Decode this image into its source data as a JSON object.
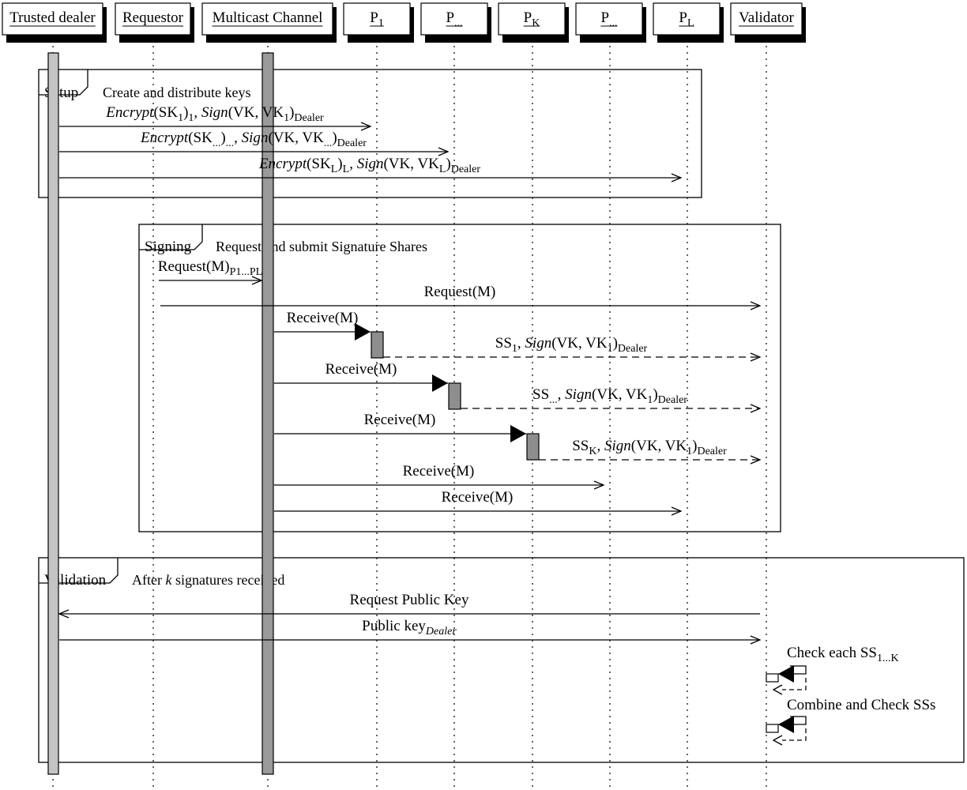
{
  "participants": [
    {
      "id": "dealer",
      "label": "Trusted dealer"
    },
    {
      "id": "requestor",
      "label": "Requestor"
    },
    {
      "id": "multicast",
      "label": "Multicast Channel"
    },
    {
      "id": "p1",
      "label": "P",
      "sub": "1"
    },
    {
      "id": "pa",
      "label": "P",
      "sub": "..."
    },
    {
      "id": "pk",
      "label": "P",
      "sub": "K"
    },
    {
      "id": "pb",
      "label": "P",
      "sub": "..."
    },
    {
      "id": "pl",
      "label": "P",
      "sub": "L"
    },
    {
      "id": "validator",
      "label": "Validator"
    }
  ],
  "frames": [
    {
      "id": "setup",
      "name": "Setup",
      "desc": "Create and distribute keys"
    },
    {
      "id": "signing",
      "name": "Signing",
      "desc": "Request and submit Signature Shares"
    },
    {
      "id": "validation",
      "name": "Validation",
      "desc_pre": "After ",
      "desc_k": "k",
      "desc_post": " signatures received"
    }
  ],
  "messages": [
    {
      "id": "m1",
      "from": "dealer",
      "to": "p1",
      "style": "open",
      "parts": [
        {
          "t": "Encrypt",
          "i": true
        },
        {
          "t": "(SK"
        },
        {
          "t": "1",
          "s": "sub"
        },
        {
          "t": ")"
        },
        {
          "t": "1",
          "s": "sub"
        },
        {
          "t": ", "
        },
        {
          "t": "Sign",
          "i": true
        },
        {
          "t": "(VK, VK"
        },
        {
          "t": "1",
          "s": "sub"
        },
        {
          "t": ")"
        },
        {
          "t": "Dealer",
          "s": "sub"
        }
      ]
    },
    {
      "id": "m2",
      "from": "dealer",
      "to": "pa",
      "style": "open",
      "parts": [
        {
          "t": "Encrypt",
          "i": true
        },
        {
          "t": "(SK"
        },
        {
          "t": "...",
          "s": "sub"
        },
        {
          "t": ")"
        },
        {
          "t": "...",
          "s": "sub"
        },
        {
          "t": ", "
        },
        {
          "t": "Sign",
          "i": true
        },
        {
          "t": "(VK, VK"
        },
        {
          "t": "...",
          "s": "sub"
        },
        {
          "t": ")"
        },
        {
          "t": "Dealer",
          "s": "sub"
        }
      ]
    },
    {
      "id": "m3",
      "from": "dealer",
      "to": "pl",
      "style": "open",
      "parts": [
        {
          "t": "Encrypt",
          "i": true
        },
        {
          "t": "(SK"
        },
        {
          "t": "L",
          "s": "sub"
        },
        {
          "t": ")"
        },
        {
          "t": "L",
          "s": "sub"
        },
        {
          "t": ", "
        },
        {
          "t": "Sign",
          "i": true
        },
        {
          "t": "(VK, VK"
        },
        {
          "t": "L",
          "s": "sub"
        },
        {
          "t": ")"
        },
        {
          "t": "Dealer",
          "s": "sub"
        }
      ]
    },
    {
      "id": "m4",
      "from": "requestor",
      "to": "multicast",
      "style": "open",
      "parts": [
        {
          "t": "Request(M)"
        },
        {
          "t": "P1...PL",
          "s": "sub"
        }
      ]
    },
    {
      "id": "m5",
      "from": "requestor",
      "to": "validator",
      "style": "open",
      "parts": [
        {
          "t": "Request(M)"
        }
      ]
    },
    {
      "id": "m6",
      "from": "multicast",
      "to": "p1",
      "style": "filled",
      "parts": [
        {
          "t": "Receive(M)"
        }
      ]
    },
    {
      "id": "m7",
      "from": "p1",
      "to": "validator",
      "style": "dashed",
      "parts": [
        {
          "t": "SS"
        },
        {
          "t": "1",
          "s": "sub"
        },
        {
          "t": ", "
        },
        {
          "t": "Sign",
          "i": true
        },
        {
          "t": "(VK, VK"
        },
        {
          "t": "1",
          "s": "sub"
        },
        {
          "t": ")"
        },
        {
          "t": "Dealer",
          "s": "sub"
        }
      ]
    },
    {
      "id": "m8",
      "from": "multicast",
      "to": "pa",
      "style": "filled",
      "parts": [
        {
          "t": "Receive(M)"
        }
      ]
    },
    {
      "id": "m9",
      "from": "pa",
      "to": "validator",
      "style": "dashed",
      "parts": [
        {
          "t": "SS"
        },
        {
          "t": "...",
          "s": "sub"
        },
        {
          "t": ", "
        },
        {
          "t": "Sign",
          "i": true
        },
        {
          "t": "(VK, VK"
        },
        {
          "t": "1",
          "s": "sub"
        },
        {
          "t": ")"
        },
        {
          "t": "Dealer",
          "s": "sub"
        }
      ]
    },
    {
      "id": "m10",
      "from": "multicast",
      "to": "pk",
      "style": "filled",
      "parts": [
        {
          "t": "Receive(M)"
        }
      ]
    },
    {
      "id": "m11",
      "from": "pk",
      "to": "validator",
      "style": "dashed",
      "parts": [
        {
          "t": "SS"
        },
        {
          "t": "K",
          "s": "sub"
        },
        {
          "t": ", "
        },
        {
          "t": "Sign",
          "i": true
        },
        {
          "t": "(VK, VK"
        },
        {
          "t": "1",
          "s": "sub"
        },
        {
          "t": ")"
        },
        {
          "t": "Dealer",
          "s": "sub"
        }
      ]
    },
    {
      "id": "m12",
      "from": "multicast",
      "to": "pb",
      "style": "open",
      "parts": [
        {
          "t": "Receive(M)"
        }
      ]
    },
    {
      "id": "m13",
      "from": "multicast",
      "to": "pl",
      "style": "open",
      "parts": [
        {
          "t": "Receive(M)"
        }
      ]
    },
    {
      "id": "m14",
      "from": "validator",
      "to": "dealer",
      "style": "open",
      "parts": [
        {
          "t": "Request Public Key"
        }
      ]
    },
    {
      "id": "m15",
      "from": "dealer",
      "to": "validator",
      "style": "open",
      "parts": [
        {
          "t": "Public key"
        },
        {
          "t": "Dealer",
          "s": "sub",
          "i": true
        }
      ]
    }
  ],
  "self_calls": [
    {
      "id": "s1",
      "parts": [
        {
          "t": "Check each SS"
        },
        {
          "t": "1...K",
          "s": "sub"
        }
      ]
    },
    {
      "id": "s2",
      "parts": [
        {
          "t": "Combine and Check SSs"
        }
      ]
    }
  ]
}
